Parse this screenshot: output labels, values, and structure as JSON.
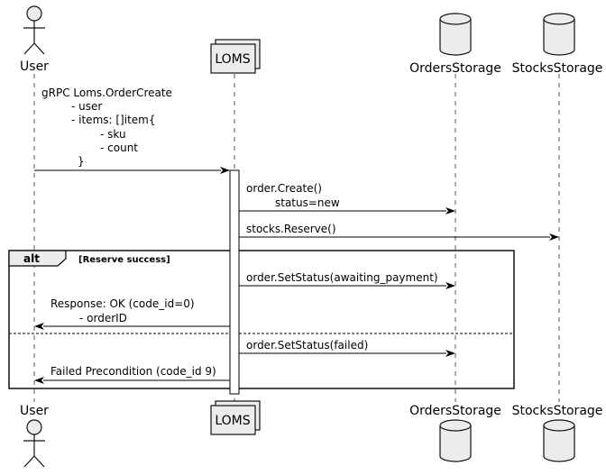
{
  "participants": {
    "user": "User",
    "loms": "LOMS",
    "orders_storage": "OrdersStorage",
    "stocks_storage": "StocksStorage"
  },
  "messages": [
    {
      "from": "user",
      "to": "loms",
      "lines": [
        "gRPC Loms.OrderCreate",
        "- user",
        "- items: []item{",
        "- sku",
        "- count",
        "}"
      ]
    },
    {
      "from": "loms",
      "to": "orders_storage",
      "lines": [
        "order.Create()",
        "status=new"
      ]
    },
    {
      "from": "loms",
      "to": "stocks_storage",
      "lines": [
        "stocks.Reserve()"
      ]
    },
    {
      "from": "loms",
      "to": "orders_storage",
      "lines": [
        "order.SetStatus(awaiting_payment)"
      ]
    },
    {
      "from": "loms",
      "to": "user",
      "lines": [
        "Response: OK (code_id=0)",
        "- orderID"
      ]
    },
    {
      "from": "loms",
      "to": "orders_storage",
      "lines": [
        "order.SetStatus(failed)"
      ]
    },
    {
      "from": "loms",
      "to": "user",
      "lines": [
        "Failed Precondition (code_id 9)"
      ]
    }
  ],
  "alt_frame": {
    "keyword": "alt",
    "guard": "[Reserve success]"
  }
}
